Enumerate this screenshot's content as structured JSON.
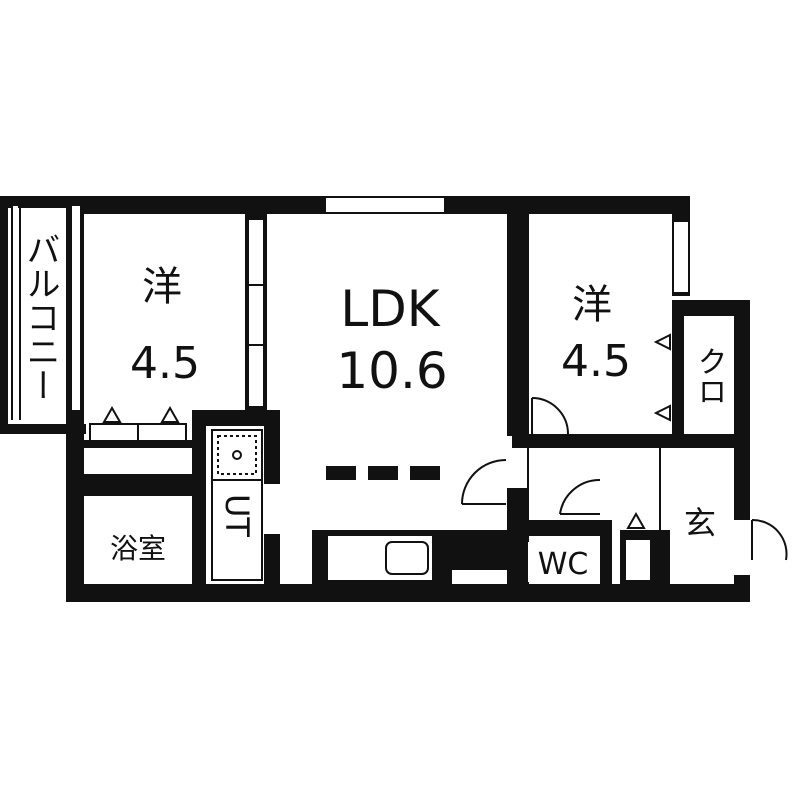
{
  "rooms": {
    "balcony": {
      "label": "バルコニー"
    },
    "west_bedroom": {
      "label": "洋",
      "size": "4.5"
    },
    "ldk": {
      "label": "LDK",
      "size": "10.6"
    },
    "east_bedroom": {
      "label": "洋",
      "size": "4.5"
    },
    "closet": {
      "label": "クロ"
    },
    "bathroom": {
      "label": "浴室"
    },
    "utility": {
      "label": "UT"
    },
    "toilet": {
      "label": "WC"
    },
    "entrance": {
      "label": "玄"
    }
  },
  "colors": {
    "wall": "#111111",
    "background": "#ffffff"
  }
}
